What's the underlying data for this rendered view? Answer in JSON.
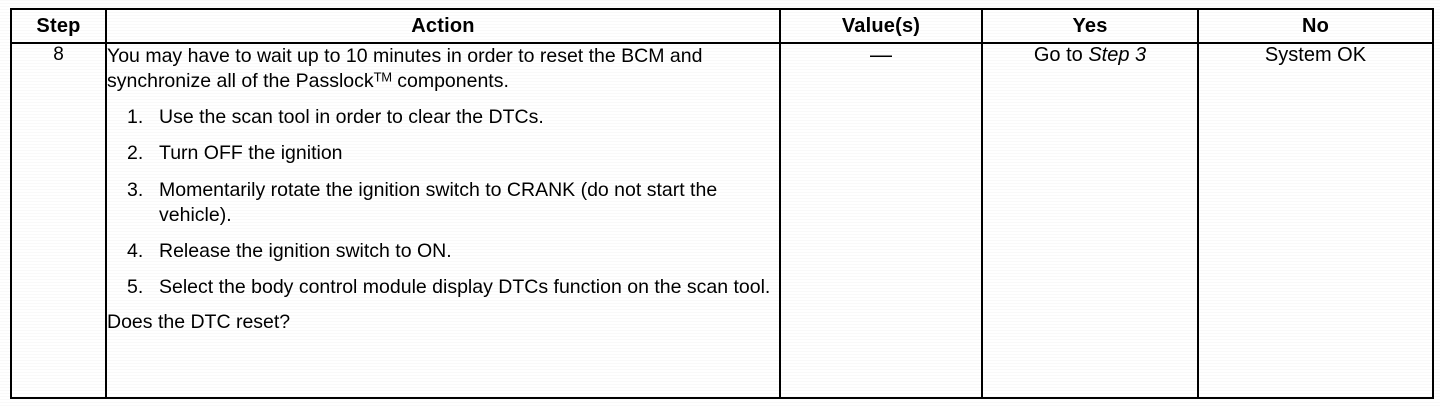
{
  "table": {
    "headers": [
      {
        "key": "step",
        "label": "Step"
      },
      {
        "key": "action",
        "label": "Action"
      },
      {
        "key": "value",
        "label": "Value(s)"
      },
      {
        "key": "yes",
        "label": "Yes"
      },
      {
        "key": "no",
        "label": "No"
      }
    ],
    "row": {
      "step": "8",
      "action": {
        "intro_before_tm": "You may have to wait up to 10 minutes in order to reset the BCM and synchronize all of the Passlock",
        "intro_tm": "TM",
        "intro_after_tm": " components.",
        "steps": [
          "Use the scan tool in order to clear the DTCs.",
          "Turn OFF the ignition",
          "Momentarily rotate the ignition switch to CRANK (do not start the vehicle).",
          "Release the ignition switch to ON.",
          "Select the body control module display DTCs function on the scan tool."
        ],
        "question": "Does the DTC reset?"
      },
      "value": "—",
      "yes": {
        "prefix": "Go to ",
        "italic": "Step 3"
      },
      "no": "System OK"
    }
  },
  "colors": {
    "page_background": "#ffffff",
    "ink": "#000000",
    "border": "#000000"
  }
}
